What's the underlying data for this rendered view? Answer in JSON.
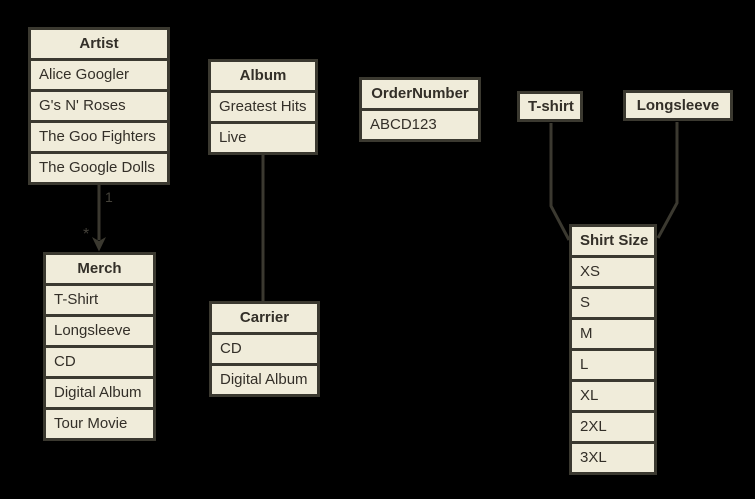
{
  "diagram": {
    "background": "#000000",
    "shape_fill": "#F0ECDA",
    "shape_border": "#3B3930",
    "text_color": "#332F28",
    "label_color": "#45423A",
    "tables": {
      "artist": {
        "header": "Artist",
        "rows": [
          "Alice Googler",
          "G's N' Roses",
          "The Goo Fighters",
          "The Google Dolls"
        ]
      },
      "album": {
        "header": "Album",
        "rows": [
          "Greatest Hits",
          "Live"
        ]
      },
      "ordernumber": {
        "header": "OrderNumber",
        "rows": [
          "ABCD123"
        ]
      },
      "tshirt": {
        "header": "T-shirt",
        "rows": []
      },
      "longsleeve": {
        "header": "Longsleeve",
        "rows": []
      },
      "merch": {
        "header": "Merch",
        "rows": [
          "T-Shirt",
          "Longsleeve",
          "CD",
          "Digital Album",
          "Tour Movie"
        ]
      },
      "carrier": {
        "header": "Carrier",
        "rows": [
          "CD",
          "Digital Album"
        ]
      },
      "shirtsize": {
        "header": "Shirt Size",
        "rows": [
          "XS",
          "S",
          "M",
          "L",
          "XL",
          "2XL",
          "3XL"
        ]
      }
    },
    "connectors": {
      "artist_merch": {
        "from": "Artist",
        "to": "Merch",
        "cardinality_from": "1",
        "cardinality_to": "*",
        "arrow": "down"
      },
      "album_carrier": {
        "from": "Album",
        "to": "Carrier"
      },
      "tshirt_shirtsize": {
        "from": "T-shirt",
        "to": "Shirt Size"
      },
      "longsleeve_shirtsize": {
        "from": "Longsleeve",
        "to": "Shirt Size"
      }
    }
  }
}
